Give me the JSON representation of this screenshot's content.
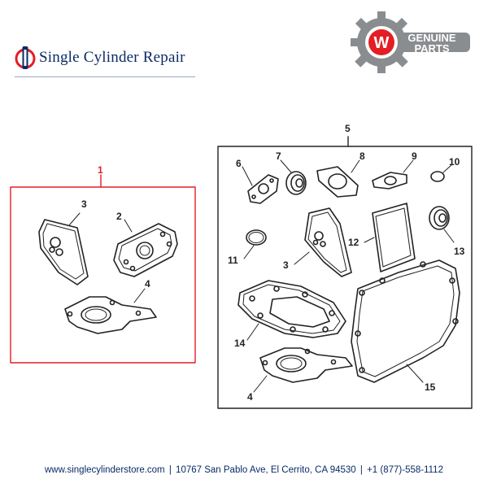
{
  "header": {
    "brand_title": "Single Cylinder Repair",
    "logo_text_top": "GENUINE",
    "logo_text_bottom": "PARTS",
    "logo_letter": "W"
  },
  "diagram": {
    "callouts": [
      "1",
      "2",
      "3",
      "4",
      "5",
      "6",
      "7",
      "8",
      "9",
      "10",
      "11",
      "12",
      "13",
      "14",
      "15",
      "3",
      "4"
    ]
  },
  "footer": {
    "website": "www.singlecylinderstore.com",
    "address": "10767 San Pablo Ave, El Cerrito, CA 94530",
    "phone": "+1 (877)-558-1112",
    "separator": "|"
  },
  "colors": {
    "brand_navy": "#0a2a66",
    "highlight_red": "#e31e24",
    "logo_gray": "#8a8d90"
  }
}
